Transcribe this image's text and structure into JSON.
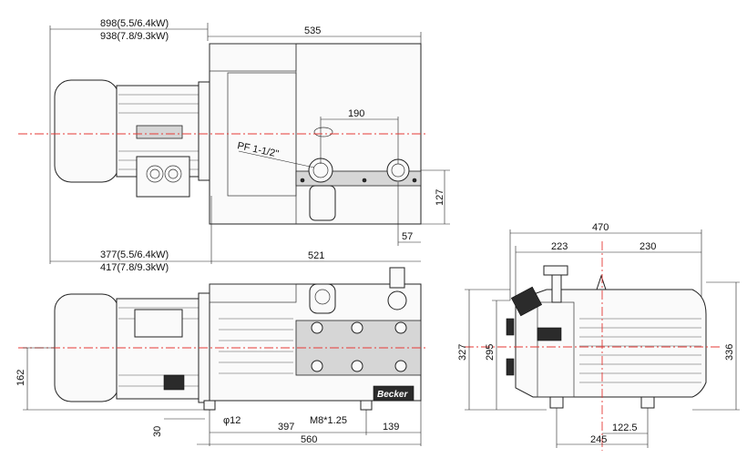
{
  "dimensions": {
    "overall_length_a": "898(5.5/6.4kW)",
    "overall_length_b": "938(7.8/9.3kW)",
    "pump_body_width": "535",
    "port_spacing": "190",
    "port_thread": "PF 1-1/2\"",
    "port_height": "127",
    "port_offset": "57",
    "motor_length_a": "377(5.5/6.4kW)",
    "motor_length_b": "417(7.8/9.3kW)",
    "pump_length": "521",
    "shaft_height": "162",
    "foot_height": "30",
    "foot_hole": "φ12",
    "foot_spacing": "397",
    "mount_thread": "M8*1.25",
    "foot_end": "139",
    "base_length": "560",
    "total_width": "470",
    "width_left": "223",
    "width_right": "230",
    "height_total": "327",
    "height_inner": "295",
    "height_right": "336",
    "foot_half_width": "122.5",
    "foot_width": "245"
  },
  "brand": "Becker",
  "colors": {
    "centerline": "#e53935",
    "line": "#222222"
  }
}
